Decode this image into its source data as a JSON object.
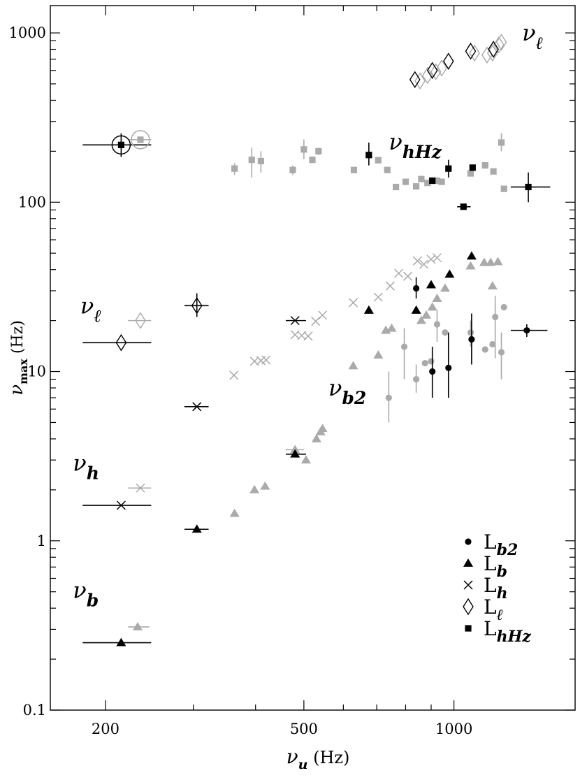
{
  "chart_data": {
    "type": "scatter",
    "xlabel": "ν_u (Hz)",
    "ylabel": "ν_max (Hz)",
    "x_scale": "log",
    "y_scale": "log",
    "xlim": [
      155,
      1750
    ],
    "ylim": [
      0.1,
      1450
    ],
    "xticks": [
      {
        "value": 200,
        "label": "200"
      },
      {
        "value": 500,
        "label": "500"
      },
      {
        "value": 1000,
        "label": "1000"
      }
    ],
    "yticks": [
      {
        "value": 0.1,
        "label": "0.1"
      },
      {
        "value": 1,
        "label": "1"
      },
      {
        "value": 10,
        "label": "10"
      },
      {
        "value": 100,
        "label": "100"
      },
      {
        "value": 1000,
        "label": "1000"
      }
    ],
    "colors": {
      "primary": "#000000",
      "secondary": "#aaaaaa"
    },
    "legend": {
      "position": "bottom-right",
      "entries": [
        {
          "marker": "circle",
          "label": "L",
          "sub": "b2"
        },
        {
          "marker": "triangle",
          "label": "L",
          "sub": "b"
        },
        {
          "marker": "cross",
          "label": "L",
          "sub": "h"
        },
        {
          "marker": "diamond",
          "label": "L",
          "sub": "ℓ"
        },
        {
          "marker": "square",
          "label": "L",
          "sub": "hHz"
        }
      ]
    },
    "annotations": [
      {
        "text": "ν",
        "sub": "ℓ",
        "x": 1370,
        "y": 900
      },
      {
        "text": "ν",
        "sub": "hHz",
        "x": 740,
        "y": 205
      },
      {
        "text": "ν",
        "sub": "ℓ",
        "x": 178,
        "y": 22
      },
      {
        "text": "ν",
        "sub": "b2",
        "x": 560,
        "y": 7.2
      },
      {
        "text": "ν",
        "sub": "h",
        "x": 172,
        "y": 2.6
      },
      {
        "text": "ν",
        "sub": "b",
        "x": 172,
        "y": 0.46
      }
    ],
    "series": [
      {
        "marker": "circle",
        "color": "#000000",
        "points": [
          {
            "x": 840,
            "y": 31,
            "yerr": [
              27,
              36
            ]
          },
          {
            "x": 905,
            "y": 10,
            "yerr": [
              7,
              14
            ]
          },
          {
            "x": 975,
            "y": 10.5,
            "yerr": [
              7,
              17
            ]
          },
          {
            "x": 1085,
            "y": 15.5,
            "yerr": [
              11,
              22
            ]
          },
          {
            "x": 1400,
            "y": 17.5,
            "yerr": [
              16,
              19
            ],
            "xerr": [
              1300,
              1540
            ]
          }
        ]
      },
      {
        "marker": "circle",
        "color": "#aaaaaa",
        "points": [
          {
            "x": 740,
            "y": 7,
            "yerr": [
              5,
              10
            ]
          },
          {
            "x": 795,
            "y": 14,
            "yerr": [
              9,
              18
            ]
          },
          {
            "x": 840,
            "y": 9,
            "yerr": [
              7.5,
              11
            ]
          },
          {
            "x": 875,
            "y": 11.2
          },
          {
            "x": 900,
            "y": 11.5
          },
          {
            "x": 925,
            "y": 19,
            "yerr": [
              15,
              23
            ]
          },
          {
            "x": 960,
            "y": 17
          },
          {
            "x": 1080,
            "y": 17,
            "yerr": [
              14,
              20
            ]
          },
          {
            "x": 1155,
            "y": 13.5
          },
          {
            "x": 1195,
            "y": 14.5
          },
          {
            "x": 1210,
            "y": 21,
            "yerr": [
              12,
              28
            ]
          },
          {
            "x": 1245,
            "y": 13,
            "yerr": [
              9,
              17
            ]
          },
          {
            "x": 1260,
            "y": 24
          }
        ]
      },
      {
        "marker": "triangle",
        "color": "#000000",
        "points": [
          {
            "x": 215,
            "y": 0.25,
            "xerr": [
              180,
              247
            ]
          },
          {
            "x": 305,
            "y": 1.17,
            "xerr": [
              288,
              322
            ]
          },
          {
            "x": 480,
            "y": 3.25,
            "xerr": [
              460,
              505
            ]
          },
          {
            "x": 675,
            "y": 23
          },
          {
            "x": 840,
            "y": 23
          },
          {
            "x": 900,
            "y": 32.5
          },
          {
            "x": 980,
            "y": 37.5
          },
          {
            "x": 1085,
            "y": 48
          }
        ]
      },
      {
        "marker": "triangle",
        "color": "#aaaaaa",
        "points": [
          {
            "x": 232,
            "y": 0.31,
            "xerr": [
              222,
              245
            ]
          },
          {
            "x": 363,
            "y": 1.45
          },
          {
            "x": 398,
            "y": 2.0
          },
          {
            "x": 418,
            "y": 2.1
          },
          {
            "x": 480,
            "y": 3.45,
            "xerr": [
              460,
              500
            ]
          },
          {
            "x": 505,
            "y": 3.0
          },
          {
            "x": 530,
            "y": 4.0
          },
          {
            "x": 540,
            "y": 4.4
          },
          {
            "x": 545,
            "y": 4.6
          },
          {
            "x": 628,
            "y": 10.8
          },
          {
            "x": 705,
            "y": 12.5
          },
          {
            "x": 730,
            "y": 17.5
          },
          {
            "x": 750,
            "y": 18
          },
          {
            "x": 860,
            "y": 20
          },
          {
            "x": 880,
            "y": 21.5
          },
          {
            "x": 905,
            "y": 24
          },
          {
            "x": 925,
            "y": 27
          },
          {
            "x": 960,
            "y": 31
          },
          {
            "x": 1080,
            "y": 42
          },
          {
            "x": 1150,
            "y": 44
          },
          {
            "x": 1185,
            "y": 44
          },
          {
            "x": 1225,
            "y": 44.5
          },
          {
            "x": 1195,
            "y": 32
          }
        ]
      },
      {
        "marker": "cross",
        "color": "#000000",
        "points": [
          {
            "x": 215,
            "y": 1.62,
            "xerr": [
              180,
              247
            ]
          },
          {
            "x": 305,
            "y": 6.2,
            "xerr": [
              288,
              322
            ]
          },
          {
            "x": 480,
            "y": 20,
            "xerr": [
              460,
              505
            ]
          }
        ]
      },
      {
        "marker": "cross",
        "color": "#aaaaaa",
        "points": [
          {
            "x": 235,
            "y": 2.05,
            "xerr": [
              222,
              247
            ]
          },
          {
            "x": 362,
            "y": 9.5
          },
          {
            "x": 398,
            "y": 11.5
          },
          {
            "x": 410,
            "y": 11.6
          },
          {
            "x": 420,
            "y": 11.7
          },
          {
            "x": 480,
            "y": 16.5
          },
          {
            "x": 495,
            "y": 16.3
          },
          {
            "x": 510,
            "y": 16.2
          },
          {
            "x": 528,
            "y": 19.8
          },
          {
            "x": 545,
            "y": 21.5
          },
          {
            "x": 628,
            "y": 25.5
          },
          {
            "x": 705,
            "y": 27.5
          },
          {
            "x": 745,
            "y": 32
          },
          {
            "x": 775,
            "y": 38
          },
          {
            "x": 808,
            "y": 36.5
          },
          {
            "x": 845,
            "y": 45
          },
          {
            "x": 870,
            "y": 43
          },
          {
            "x": 900,
            "y": 46
          },
          {
            "x": 925,
            "y": 47
          }
        ]
      },
      {
        "marker": "diamond",
        "color": "#000000",
        "points": [
          {
            "x": 215,
            "y": 14.8,
            "xerr": [
              180,
              247
            ]
          },
          {
            "x": 305,
            "y": 24.5,
            "xerr": [
              288,
              322
            ],
            "yerr": [
              21,
              29
            ]
          },
          {
            "x": 835,
            "y": 530
          },
          {
            "x": 905,
            "y": 600
          },
          {
            "x": 975,
            "y": 680
          },
          {
            "x": 1080,
            "y": 780
          },
          {
            "x": 1200,
            "y": 800
          }
        ]
      },
      {
        "marker": "diamond",
        "color": "#aaaaaa",
        "points": [
          {
            "x": 235,
            "y": 20,
            "xerr": [
              222,
              247
            ]
          },
          {
            "x": 855,
            "y": 520
          },
          {
            "x": 885,
            "y": 560
          },
          {
            "x": 920,
            "y": 590
          },
          {
            "x": 945,
            "y": 620
          },
          {
            "x": 1100,
            "y": 760
          },
          {
            "x": 1165,
            "y": 740
          },
          {
            "x": 1195,
            "y": 760
          },
          {
            "x": 1230,
            "y": 850
          },
          {
            "x": 1245,
            "y": 880
          }
        ]
      },
      {
        "marker": "square",
        "color": "#000000",
        "points": [
          {
            "x": 215,
            "y": 218,
            "xerr": [
              180,
              247
            ],
            "yerr": [
              185,
              255
            ]
          },
          {
            "x": 675,
            "y": 190,
            "yerr": [
              165,
              225
            ]
          },
          {
            "x": 905,
            "y": 134
          },
          {
            "x": 975,
            "y": 158,
            "yerr": [
              140,
              178
            ]
          },
          {
            "x": 1045,
            "y": 94,
            "xerr": [
              1015,
              1080
            ]
          },
          {
            "x": 1090,
            "y": 160
          },
          {
            "x": 1410,
            "y": 123,
            "xerr": [
              1300,
              1560
            ],
            "yerr": [
              100,
              150
            ]
          }
        ]
      },
      {
        "marker": "square",
        "color": "#aaaaaa",
        "points": [
          {
            "x": 235,
            "y": 234,
            "xerr": [
              222,
              247
            ]
          },
          {
            "x": 363,
            "y": 158,
            "yerr": [
              145,
              170
            ]
          },
          {
            "x": 393,
            "y": 178,
            "yerr": [
              140,
              210
            ]
          },
          {
            "x": 410,
            "y": 175,
            "yerr": [
              150,
              200
            ]
          },
          {
            "x": 475,
            "y": 155,
            "yerr": [
              145,
              165
            ]
          },
          {
            "x": 500,
            "y": 205,
            "yerr": [
              180,
              235
            ]
          },
          {
            "x": 520,
            "y": 178
          },
          {
            "x": 535,
            "y": 200,
            "yerr": [
              190,
              210
            ]
          },
          {
            "x": 630,
            "y": 155
          },
          {
            "x": 705,
            "y": 177
          },
          {
            "x": 735,
            "y": 155
          },
          {
            "x": 765,
            "y": 123
          },
          {
            "x": 800,
            "y": 132
          },
          {
            "x": 840,
            "y": 124
          },
          {
            "x": 860,
            "y": 137
          },
          {
            "x": 885,
            "y": 130
          },
          {
            "x": 925,
            "y": 134
          },
          {
            "x": 945,
            "y": 132
          },
          {
            "x": 1080,
            "y": 148
          },
          {
            "x": 1155,
            "y": 165
          },
          {
            "x": 1200,
            "y": 152
          },
          {
            "x": 1245,
            "y": 225,
            "yerr": [
              200,
              255
            ]
          },
          {
            "x": 1260,
            "y": 120
          }
        ]
      }
    ],
    "ring_markers": [
      {
        "x": 215,
        "y": 218,
        "color": "#000000"
      },
      {
        "x": 235,
        "y": 234,
        "color": "#aaaaaa"
      }
    ]
  }
}
